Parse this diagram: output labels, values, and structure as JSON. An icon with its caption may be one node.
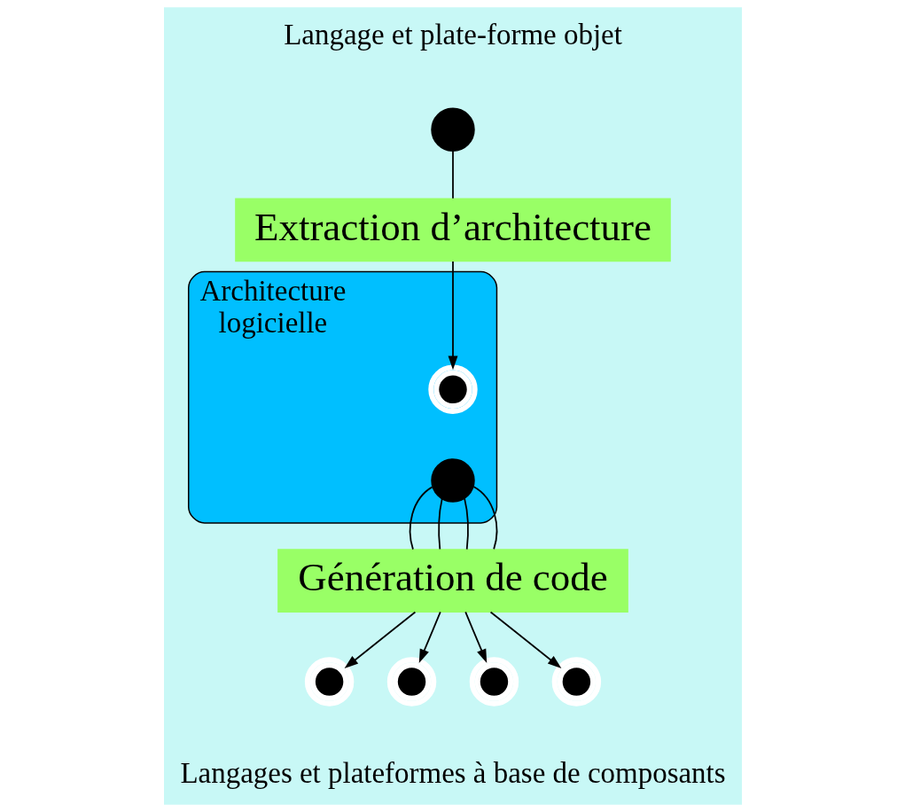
{
  "diagram": {
    "nodes": [
      {
        "text": [],
        "shape": "dot",
        "beside": [
          "Langage et plate-forme objet"
        ]
      },
      {
        "text": [
          "Extraction d’architecture"
        ]
      },
      {
        "text": [
          "Architecture logicielle"
        ]
      },
      {
        "text": [],
        "shape": "bullseye",
        "in": 2
      },
      {
        "text": [],
        "shape": "dot",
        "in": 2
      },
      {
        "text": [
          "Génération de code"
        ]
      },
      {
        "text": [],
        "shape": "bullseye"
      },
      {
        "text": [],
        "shape": "bullseye"
      },
      {
        "text": [],
        "shape": "bullseye"
      },
      {
        "text": [],
        "shape": "bullseye"
      }
    ],
    "edges": [
      {
        "from": 0,
        "to": 1,
        "arrow": "none"
      },
      {
        "from": 1,
        "to": 3,
        "arrow": "to"
      },
      {
        "from": 4,
        "to": 5,
        "arrow": "none"
      },
      {
        "from": 4,
        "to": 5,
        "arrow": "none"
      },
      {
        "from": 4,
        "to": 5,
        "arrow": "none"
      },
      {
        "from": 4,
        "to": 5,
        "arrow": "none"
      },
      {
        "from": 5,
        "to": 6,
        "arrow": "to"
      },
      {
        "from": 5,
        "to": 7,
        "arrow": "to"
      },
      {
        "from": 5,
        "to": 8,
        "arrow": "to"
      },
      {
        "from": 5,
        "to": 9,
        "arrow": "to"
      }
    ],
    "labels": [
      "Langages et plateformes à base de composants"
    ]
  }
}
